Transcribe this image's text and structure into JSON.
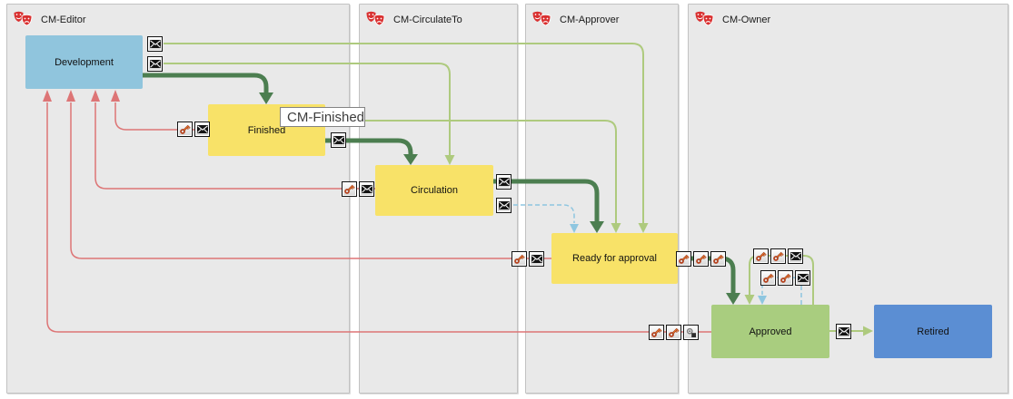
{
  "diagram": {
    "lanes": [
      {
        "label": "CM-Editor"
      },
      {
        "label": "CM-CirculateTo"
      },
      {
        "label": "CM-Approver"
      },
      {
        "label": "CM-Owner"
      }
    ],
    "states": {
      "development": {
        "label": "Development",
        "color": "#90c5dd"
      },
      "finished": {
        "label": "Finished",
        "color": "#f8e268"
      },
      "circulation": {
        "label": "Circulation",
        "color": "#f8e268"
      },
      "ready": {
        "label": "Ready for approval",
        "color": "#f8e268"
      },
      "approved": {
        "label": "Approved",
        "color": "#a9cd7f"
      },
      "retired": {
        "label": "Retired",
        "color": "#5b8ed3"
      }
    },
    "tooltip": "CM-Finished"
  },
  "colors": {
    "lane_bg": "#e9e9e9",
    "lane_border": "#c2c2c2",
    "transition_strong": "#4c7e50",
    "transition_notify": "#aeca7e",
    "transition_reject": "#dd7576",
    "transition_optional": "#8ec6e0",
    "mask_red": "#d93030",
    "key_orange": "#e8742e"
  },
  "icons": {
    "masks": "theater-masks-icon",
    "envelope": "envelope-icon",
    "key": "key-icon",
    "gear_square": "gear-square-icon"
  },
  "icon_groups": [
    {
      "name": "development-notify-1",
      "icons": [
        "envelope"
      ]
    },
    {
      "name": "development-notify-2",
      "icons": [
        "envelope"
      ]
    },
    {
      "name": "finished-reject",
      "icons": [
        "key",
        "envelope"
      ]
    },
    {
      "name": "finished-notify",
      "icons": [
        "envelope"
      ]
    },
    {
      "name": "circulation-reject",
      "icons": [
        "key",
        "envelope"
      ]
    },
    {
      "name": "circulation-notify-1",
      "icons": [
        "envelope"
      ]
    },
    {
      "name": "circulation-notify-2",
      "icons": [
        "envelope"
      ]
    },
    {
      "name": "ready-reject",
      "icons": [
        "key",
        "envelope"
      ]
    },
    {
      "name": "ready-approve",
      "icons": [
        "key",
        "key",
        "key"
      ]
    },
    {
      "name": "approved-loop-1",
      "icons": [
        "key",
        "key",
        "envelope"
      ]
    },
    {
      "name": "approved-loop-2",
      "icons": [
        "key",
        "key",
        "envelope"
      ]
    },
    {
      "name": "approved-reject",
      "icons": [
        "key",
        "key",
        "gear_square"
      ]
    },
    {
      "name": "approved-retire",
      "icons": [
        "envelope"
      ]
    }
  ]
}
